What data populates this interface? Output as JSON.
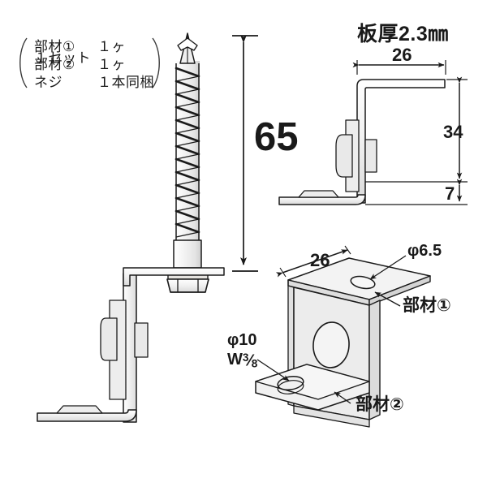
{
  "drawing": {
    "title": "bracket-assembly-drawing",
    "background_color": "#ffffff",
    "line_color": "#1a1a1a",
    "metal_fill": "#f0f0f0",
    "metal_fill_dark": "#e2e2e2"
  },
  "parts_list": {
    "heading": "１セット",
    "rows": [
      {
        "name": "部材①",
        "qty": "１ヶ"
      },
      {
        "name": "部材②",
        "qty": "１ヶ"
      },
      {
        "name": "ネジ",
        "qty": "１本同梱"
      }
    ]
  },
  "notes": {
    "plate_thickness": "板厚2.3㎜"
  },
  "dimensions": {
    "screw_length": "65",
    "bracket_width": "26",
    "bracket_height": "34",
    "bracket_foot": "7",
    "iso_width": "26"
  },
  "callouts": {
    "hole_top": "φ6.5",
    "hole_bottom_dia": "φ10",
    "hole_bottom_thread_prefix": "W",
    "hole_bottom_thread_num": "3",
    "hole_bottom_thread_den": "8",
    "part_one": "部材①",
    "part_two": "部材②"
  },
  "views": {
    "screw_assembly": "screw-with-bracket-side-view",
    "bracket_side": "bracket-side-view",
    "bracket_iso": "bracket-isometric-view"
  }
}
